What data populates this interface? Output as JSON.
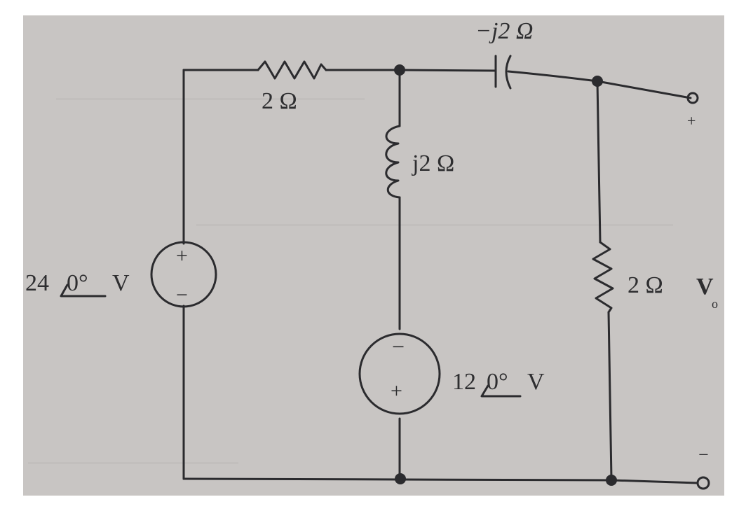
{
  "diagram": {
    "type": "circuit",
    "components": {
      "resistor_top": {
        "label": "2 Ω"
      },
      "capacitor": {
        "label": "−j2 Ω"
      },
      "inductor": {
        "label": "j2 Ω"
      },
      "source_left": {
        "label": "24",
        "angle": "0°",
        "unit": "V",
        "plus": "+",
        "minus": "−"
      },
      "source_middle": {
        "label": "12",
        "angle": "0°",
        "unit": "V",
        "plus": "+",
        "minus": "−"
      },
      "resistor_right": {
        "label": "2 Ω"
      }
    },
    "output": {
      "label": "V",
      "subscript": "o",
      "plus": "+",
      "minus": "−"
    }
  },
  "colors": {
    "paper": "#c8c5c3",
    "ink": "#2b2b2e",
    "border": "#ffffff"
  }
}
